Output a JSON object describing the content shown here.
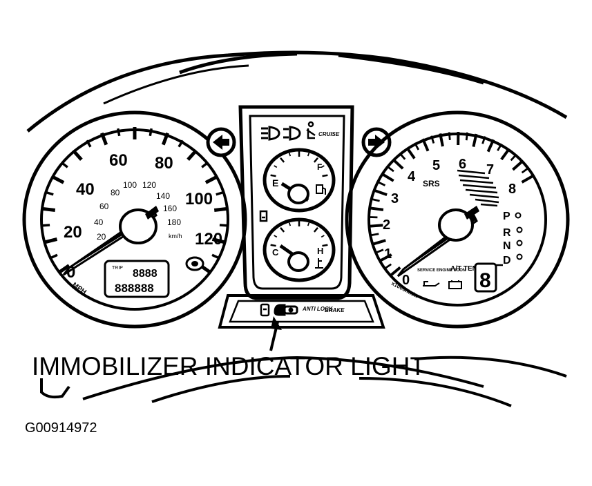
{
  "speedometer": {
    "mph_ticks": [
      "0",
      "20",
      "40",
      "60",
      "80",
      "100",
      "120"
    ],
    "kmh_ticks": [
      "20",
      "40",
      "60",
      "80",
      "100",
      "120",
      "140",
      "160",
      "180"
    ],
    "unit_mph": "MPH",
    "unit_kmh": "km/h",
    "odometer_top": "8888",
    "odometer_bottom": "888888",
    "trip_label": "TRIP"
  },
  "tachometer": {
    "ticks": [
      "0",
      "1",
      "2",
      "3",
      "4",
      "5",
      "6",
      "7",
      "8"
    ],
    "unit": "x1000r/min",
    "srs_label": "SRS",
    "service_label": "SERVICE ENGINE SOON",
    "at_temp_label": "A/T TEMP",
    "gear_digit": "8",
    "prnd": [
      "P",
      "R",
      "N",
      "D"
    ]
  },
  "center": {
    "cruise_label": "CRUISE",
    "fuel_e": "E",
    "fuel_f": "F",
    "temp_c": "C",
    "temp_h": "H",
    "anti_lock_label": "ANTI LOCK",
    "brake_label": "BRAKE"
  },
  "callout_label": "IMMOBILIZER INDICATOR LIGHT",
  "figure_id": "G00914972"
}
